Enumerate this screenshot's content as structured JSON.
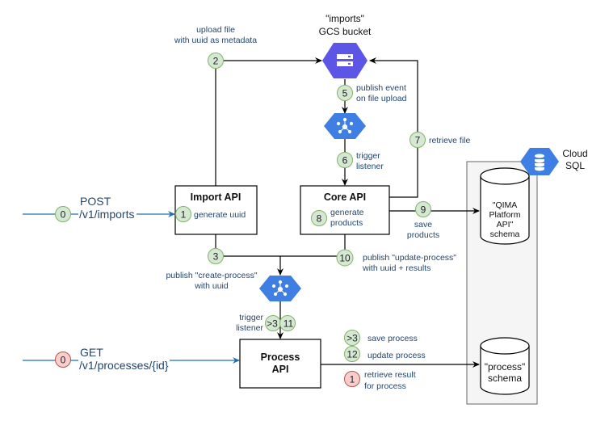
{
  "colors": {
    "step_green_fill": "#d5e8d4",
    "step_green_stroke": "#82b366",
    "step_red_fill": "#f8cecc",
    "step_red_stroke": "#b85450",
    "label_blue": "#23466e",
    "endpoint_line": "#1f6fb5",
    "bucket_purple": "#5c55e6",
    "gcp_blue": "#3f7fe3",
    "cloudsql_group_fill": "#f5f5f5"
  },
  "endpoints": {
    "post": {
      "method": "POST",
      "path": "/v1/imports",
      "step": "0"
    },
    "get": {
      "method": "GET",
      "path": "/v1/processes/{id}",
      "step": "0"
    }
  },
  "components": {
    "bucket": {
      "line1": "\"imports\"",
      "line2": "GCS  bucket",
      "icon": "cloud-storage-icon"
    },
    "pubsub_top": {
      "icon": "pubsub-icon"
    },
    "pubsub_bottom": {
      "icon": "pubsub-icon"
    },
    "cloud_sql": {
      "line1": "Cloud",
      "line2": "SQL",
      "icon": "cloud-sql-icon"
    },
    "import_api": {
      "title": "Import API"
    },
    "core_api": {
      "title": "Core API"
    },
    "process_api": {
      "title_line1": "Process",
      "title_line2": "API"
    },
    "db_platform": {
      "lines": [
        "\"QIMA",
        "Platform",
        "API\"",
        "schema"
      ]
    },
    "db_process": {
      "lines": [
        "\"process\"",
        "schema"
      ]
    }
  },
  "steps": {
    "s1": {
      "num": "1",
      "label": "generate uuid"
    },
    "s2": {
      "num": "2",
      "label_line1": "upload file",
      "label_line2": "with uuid as metadata"
    },
    "s3": {
      "num": "3",
      "label_line1": "publish \"create-process\"",
      "label_line2": "with uuid"
    },
    "s5": {
      "num": "5",
      "label_line1": "publish event",
      "label_line2": "on file upload"
    },
    "s6": {
      "num": "6",
      "label_line1": "trigger",
      "label_line2": "listener"
    },
    "s7": {
      "num": "7",
      "label": "retrieve file"
    },
    "s8": {
      "num": "8",
      "label_line1": "generate",
      "label_line2": "products"
    },
    "s9": {
      "num": "9",
      "label_line1": "save",
      "label_line2": "products"
    },
    "s10": {
      "num": "10",
      "label_line1": "publish \"update-process\"",
      "label_line2": "with uuid + results"
    },
    "s11": {
      "num_a": ">3",
      "num_b": "11",
      "label_line1": "trigger",
      "label_line2": "listener"
    },
    "save_process": {
      "num": ">3",
      "label": "save process"
    },
    "update_process": {
      "num": "12",
      "label": "update process"
    },
    "retrieve_result": {
      "num": "1",
      "label_line1": "retrieve result",
      "label_line2": "for process"
    }
  }
}
